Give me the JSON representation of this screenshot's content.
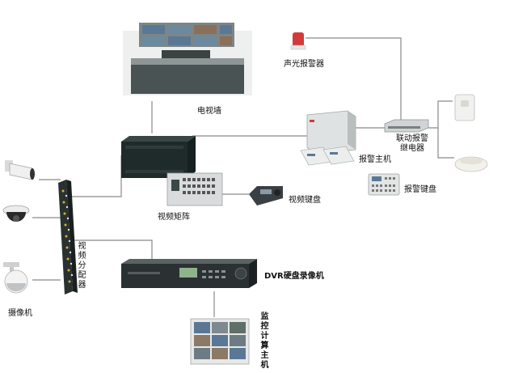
{
  "labels": {
    "tv_wall": "电视墙",
    "sound_light_alarm": "声光报警器",
    "linkage_alarm_relay_line1": "联动报警",
    "linkage_alarm_relay_line2": "继电器",
    "alarm_host": "报警主机",
    "alarm_keyboard": "报警键盘",
    "video_matrix": "视频矩阵",
    "video_keyboard": "视频键盘",
    "video_distributor": "视频分配器",
    "camera": "摄像机",
    "dvr_recorder": "DVR硬盘录像机",
    "monitor_computer": "监控计算主机"
  },
  "colors": {
    "line": "#8a8a8a",
    "device_dark": "#1f2a2a",
    "device_gray": "#d9dcdc",
    "alarm_red": "#d23a3a",
    "screen_blue": "#5a7896"
  }
}
